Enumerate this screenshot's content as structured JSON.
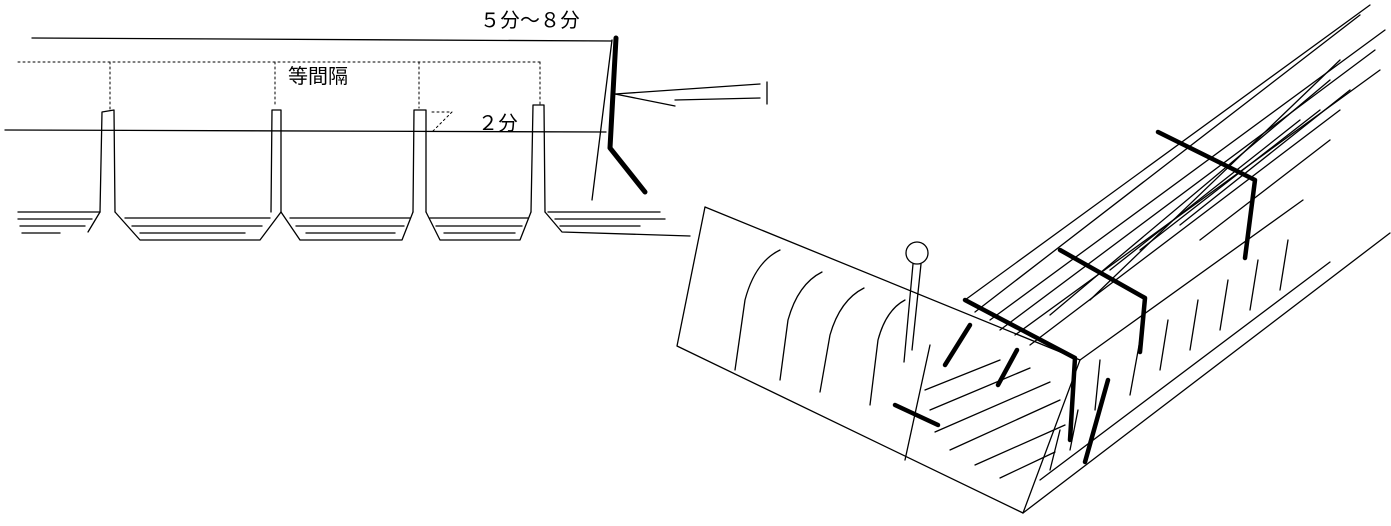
{
  "labels": {
    "depth_range": "５分〜８分",
    "equal_spacing": "等間隔",
    "two_bu": "２分"
  },
  "colors": {
    "ink": "#000000",
    "paper": "#ffffff"
  }
}
